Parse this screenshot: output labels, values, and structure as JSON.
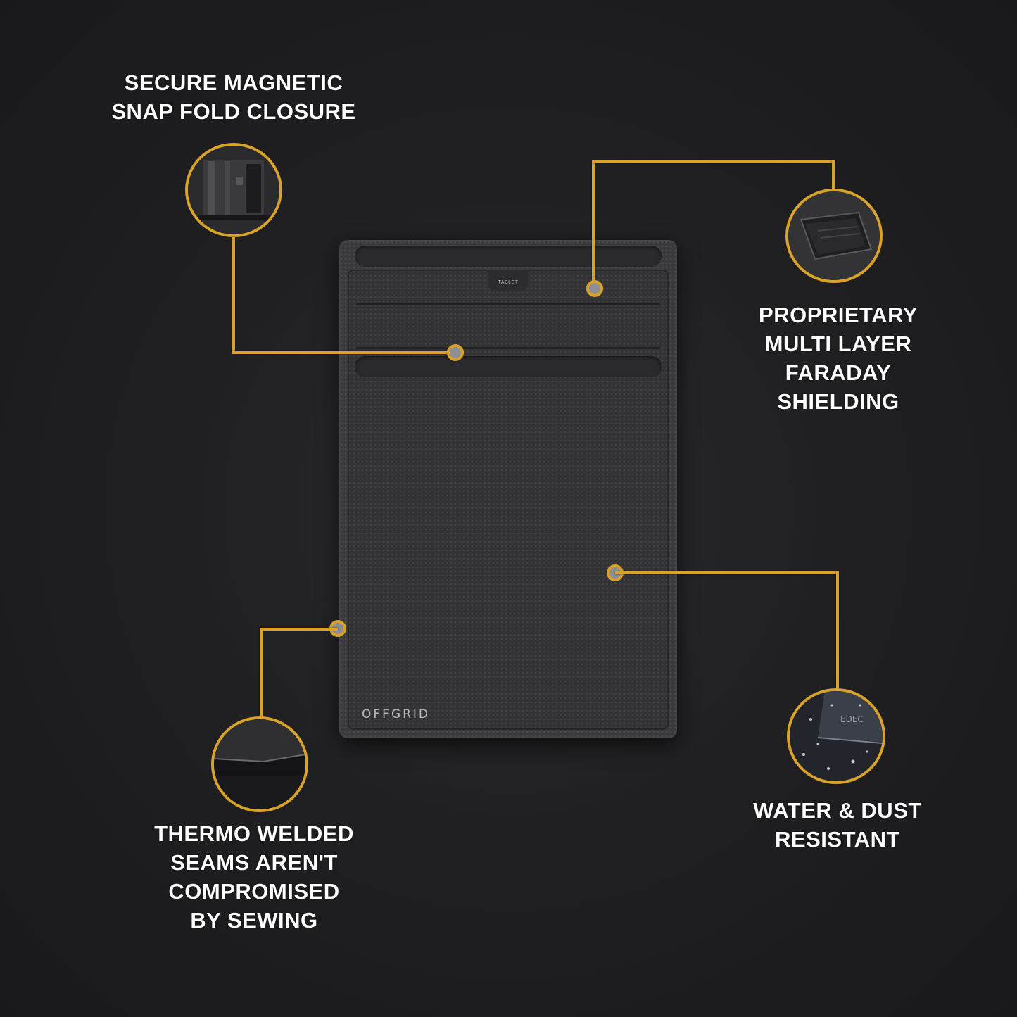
{
  "features": [
    {
      "id": "closure",
      "lines": [
        "SECURE MAGNETIC",
        "SNAP FOLD CLOSURE"
      ]
    },
    {
      "id": "shielding",
      "lines": [
        "PROPRIETARY",
        "MULTI LAYER",
        "FARADAY",
        "SHIELDING"
      ]
    },
    {
      "id": "seams",
      "lines": [
        "THERMO WELDED",
        "SEAMS AREN'T",
        "COMPROMISED",
        "BY SEWING"
      ]
    },
    {
      "id": "water",
      "lines": [
        "WATER & DUST",
        "RESISTANT"
      ]
    }
  ],
  "product": {
    "tab_label": "TABLET",
    "brand": "OFFGRID",
    "water_thumb_brand": "EDEC"
  },
  "colors": {
    "accent": "#d9a32a",
    "background": "#1c1c1e",
    "text": "#ffffff"
  }
}
